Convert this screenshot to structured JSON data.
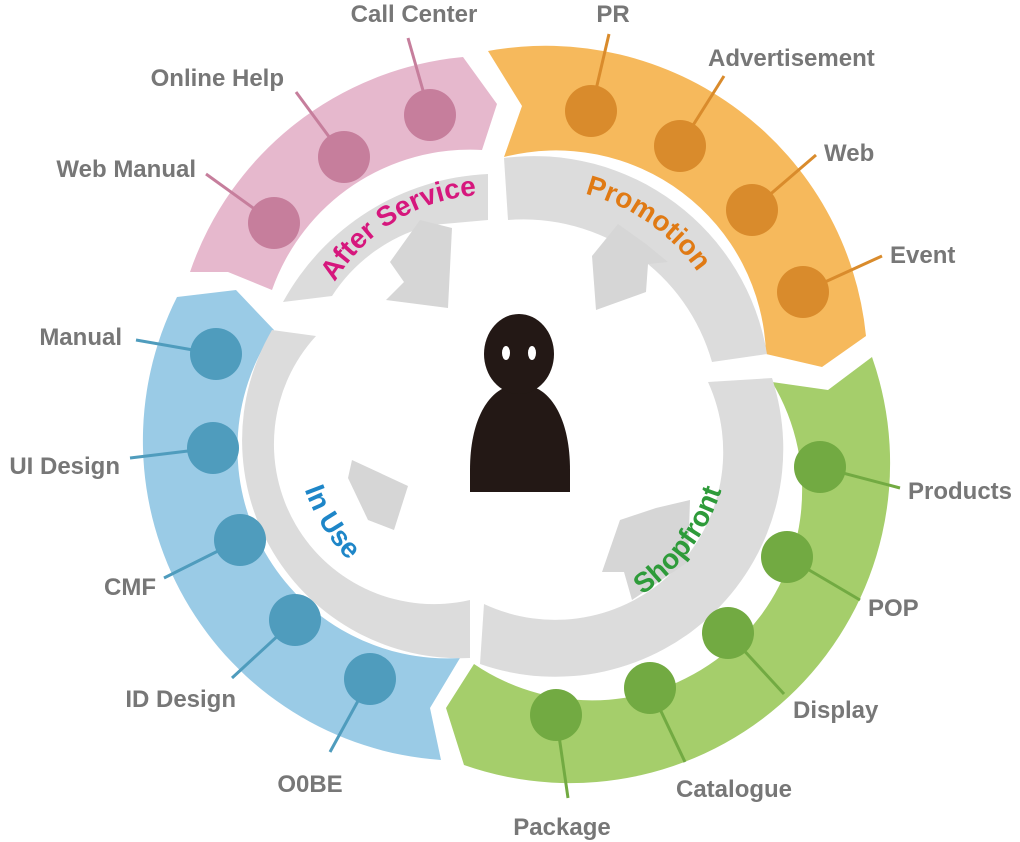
{
  "segments": [
    {
      "id": "after-service",
      "title": "After Service",
      "band_color": "#E6B8CD",
      "dot_color": "#C67E9C",
      "title_color": "#D6177D",
      "items": [
        "Call Center",
        "Online Help",
        "Web Manual"
      ]
    },
    {
      "id": "promotion",
      "title": "Promotion",
      "band_color": "#F6B95C",
      "dot_color": "#D98B2C",
      "title_color": "#E07A14",
      "items": [
        "PR",
        "Advertisement",
        "Web",
        "Event"
      ]
    },
    {
      "id": "shopfront",
      "title": "Shopfront",
      "band_color": "#A5CE6B",
      "dot_color": "#72AA42",
      "title_color": "#2E9B3A",
      "items": [
        "Products",
        "POP",
        "Display",
        "Catalogue",
        "Package"
      ]
    },
    {
      "id": "in-use",
      "title": "In Use",
      "band_color": "#9ACBE6",
      "dot_color": "#4F9CBD",
      "title_color": "#1E86C8",
      "items": [
        "Manual",
        "UI Design",
        "CMF",
        "ID Design",
        "O0BE"
      ]
    }
  ],
  "center_figure": "person-icon",
  "colors": {
    "inner_ring": "#DCDCDC",
    "arrow": "#D6D6D6",
    "label_text": "#777777",
    "figure": "#231815"
  }
}
